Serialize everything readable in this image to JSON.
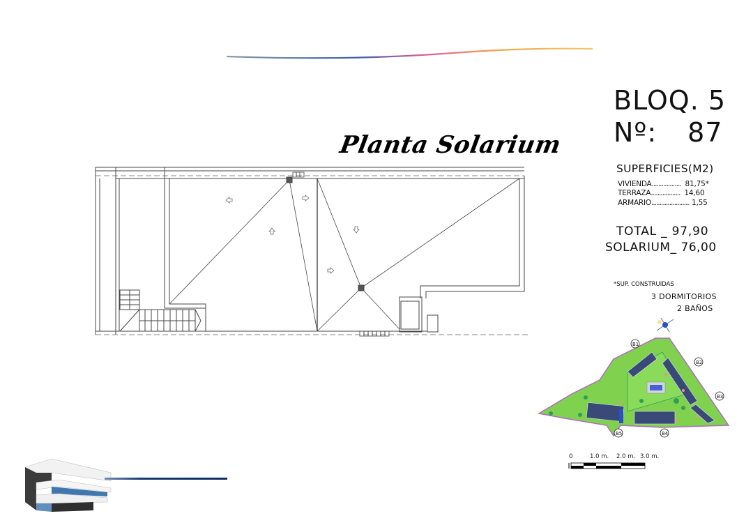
{
  "drawing": {
    "title": "Planta Solarium"
  },
  "unit_info": {
    "block_label": "BLOQ. 5",
    "number_label": "Nº:",
    "number_value": "87"
  },
  "surfaces": {
    "title": "SUPERFICIES(M2)",
    "rows": [
      {
        "label": "VIVIENDA",
        "dots": "..................",
        "value": "81,75*"
      },
      {
        "label": "TERRAZA",
        "dots": "..................",
        "value": "14,60"
      },
      {
        "label": "ARMARIO",
        "dots": ".......................",
        "value": "1,55"
      }
    ],
    "total_label": "TOTAL _",
    "total_value": "97,90",
    "solarium_label": "SOLARIUM_",
    "solarium_value": "76,00"
  },
  "notes": {
    "built_surfaces": "*SUP. CONSTRUIDAS",
    "bedrooms": "3 DORMITORIOS",
    "bathrooms": "2 BAÑOS"
  },
  "site_plan": {
    "block_markers": [
      "B1",
      "B2",
      "B3",
      "B4",
      "B5"
    ],
    "colors": {
      "lawn": "#7fd14e",
      "border": "#2e9e5a",
      "boundary": "#b06ac0",
      "pool": "#4a5fd8",
      "building": "#3a4a78",
      "highlight": "#2b4fc8"
    }
  },
  "scale": {
    "labels": [
      "0",
      "1.0 m.",
      "2.0 m.",
      "3.0 m."
    ]
  },
  "decor": {
    "swoosh_colors": [
      "#8a9bb0",
      "#3a5fa8",
      "#e0609a",
      "#f0a848",
      "#f0c870"
    ],
    "render_accent": "#1f5fa0"
  }
}
